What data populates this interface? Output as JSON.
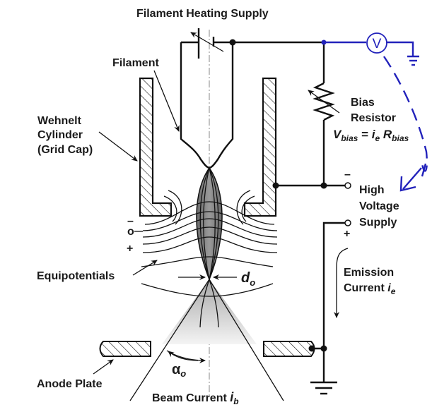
{
  "diagram": {
    "title": "Filament Heating Supply",
    "labels": {
      "filament": "Filament",
      "wehnelt_line1": "Wehnelt",
      "wehnelt_line2": "Cylinder",
      "wehnelt_line3": "(Grid Cap)",
      "bias_line1": "Bias",
      "bias_line2": "Resistor",
      "vbias_V": "V",
      "vbias_sub": "bias",
      "vbias_eq": " = ",
      "vbias_i": "i",
      "vbias_i_sub": "e",
      "vbias_R": " R",
      "vbias_R_sub": "bias",
      "hv_line1": "High",
      "hv_line2": "Voltage",
      "hv_line3": "Supply",
      "hv_minus": "–",
      "hv_plus": "+",
      "emission_line1": "Emission",
      "emission_line2": "Current ",
      "emission_i": "i",
      "emission_i_sub": "e",
      "equipotentials": "Equipotentials",
      "pot_minus": "–",
      "pot_zero": "o",
      "pot_plus": "+",
      "crossover_d": "d",
      "crossover_sub": "o",
      "alpha": "α",
      "alpha_sub": "o",
      "anode_plate": "Anode Plate",
      "beam_current": "Beam Current ",
      "beam_i": "i",
      "beam_i_sub": "b",
      "voltmeter": "V"
    },
    "colors": {
      "ink": "#111111",
      "annotation": "#2222bb",
      "beam_dark": "#555555",
      "beam_light": "#dddddd"
    }
  }
}
